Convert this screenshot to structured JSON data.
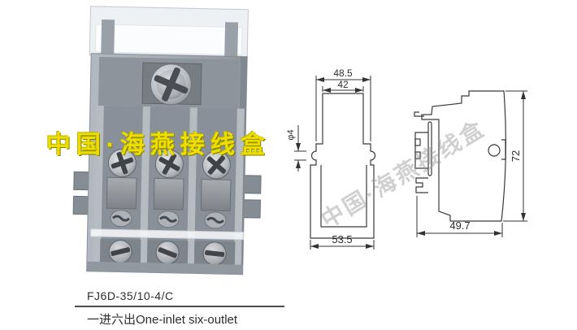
{
  "product": {
    "code": "FJ6D-35/10-4/C",
    "description": "一进六出One-inlet six-outlet"
  },
  "watermarks": {
    "photo_text": "中国·海燕接线盒",
    "drawing_text": "中国·海燕接线盒"
  },
  "drawings": {
    "front_view": {
      "dim_width_outer": "48.5",
      "dim_width_inner": "42",
      "dim_notch_dia": "φ4",
      "dim_width_bottom": "53.5"
    },
    "side_view": {
      "dim_height": "72",
      "dim_depth": "49.7"
    }
  },
  "colors": {
    "watermark_yellow": "#f0dd00",
    "drawing_line": "#3a3a3a",
    "body_gray": "#a6acb3"
  }
}
